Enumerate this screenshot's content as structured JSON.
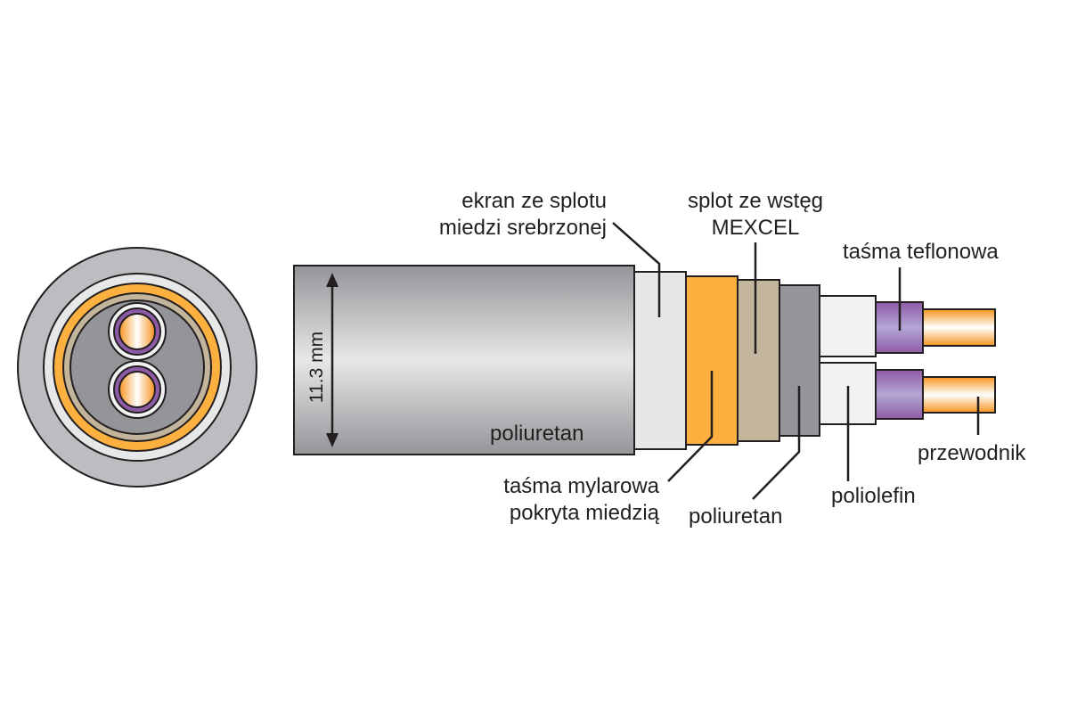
{
  "labels": {
    "shield_braid": [
      "ekran ze splotu",
      "miedzi srebrzonej"
    ],
    "mexcel_braid": [
      "splot ze wstęg",
      "MEXCEL"
    ],
    "teflon_tape": "taśma teflonowa",
    "conductor": "przewodnik",
    "polyolefin": "poliolefin",
    "inner_polyurethane": "poliuretan",
    "mylar_tape": [
      "taśma mylarowa",
      "pokryta miedzią"
    ],
    "outer_jacket": "poliuretan",
    "diameter": "11.3 mm"
  },
  "colors": {
    "jacket": "#bcbdc0",
    "shield_white": "#e6e7e8",
    "mylar_orange": "#fbb040",
    "mexcel_tan": "#c2b59b",
    "inner_grey": "#939598",
    "polyolefin_white": "#f1f2f2",
    "teflon_purple": "#8e5ba6",
    "copper": "#f7941d"
  }
}
